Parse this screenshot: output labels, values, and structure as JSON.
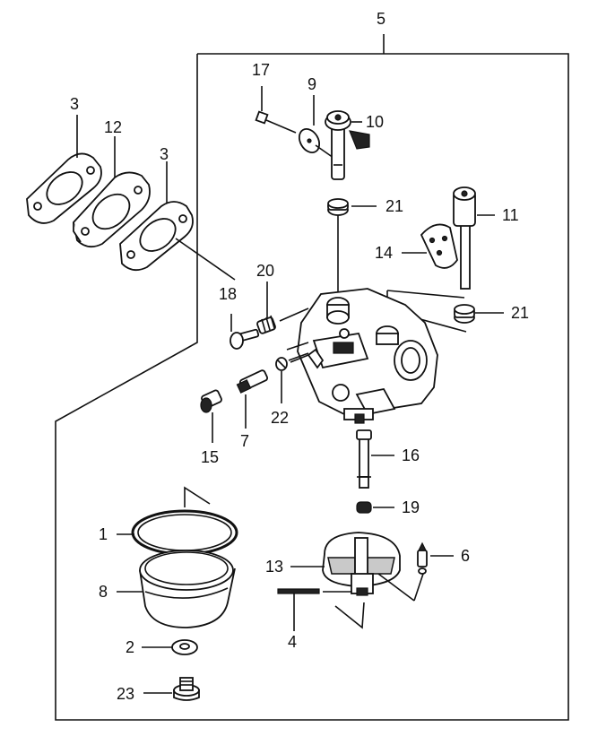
{
  "labels": {
    "l1": "1",
    "l2": "2",
    "l3a": "3",
    "l3b": "3",
    "l4": "4",
    "l5": "5",
    "l6": "6",
    "l7": "7",
    "l8": "8",
    "l9": "9",
    "l10": "10",
    "l11": "11",
    "l12": "12",
    "l13": "13",
    "l14": "14",
    "l15": "15",
    "l16": "16",
    "l17": "17",
    "l18": "18",
    "l19": "19",
    "l20": "20",
    "l21a": "21",
    "l21b": "21",
    "l22": "22",
    "l23": "23"
  }
}
